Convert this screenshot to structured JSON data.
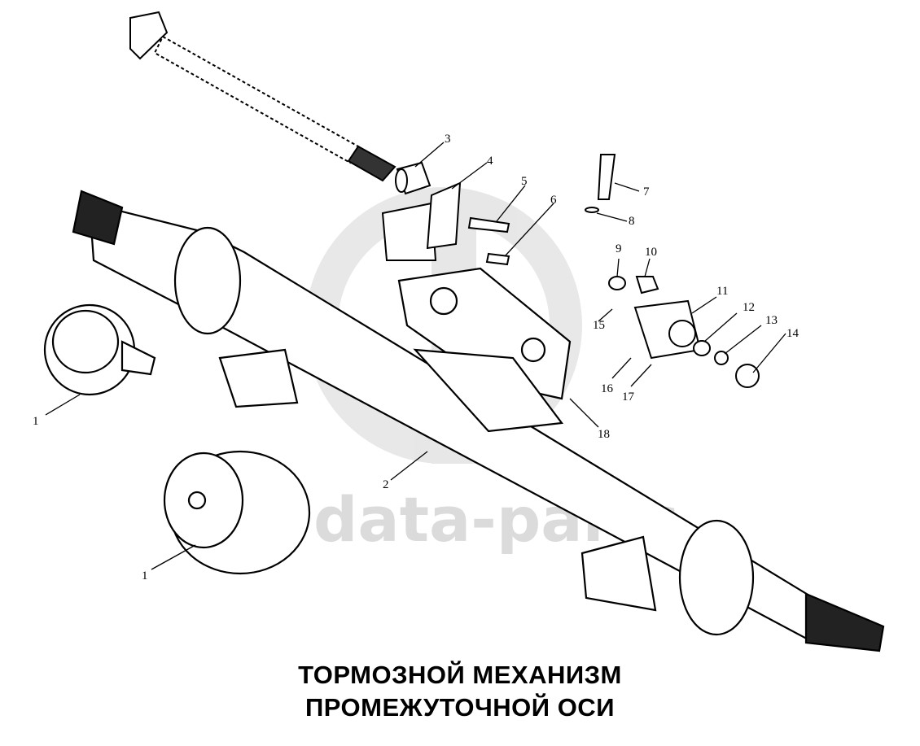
{
  "title": {
    "line1": "ТОРМОЗНОЙ МЕХАНИЗМ",
    "line2": "ПРОМЕЖУТОЧНОЙ ОСИ"
  },
  "watermark": "data-parts",
  "callouts": [
    "1",
    "1",
    "2",
    "3",
    "4",
    "5",
    "6",
    "7",
    "8",
    "9",
    "10",
    "11",
    "12",
    "13",
    "14",
    "15",
    "16",
    "17",
    "18"
  ],
  "colors": {
    "ink": "#000000",
    "watermark": "#cfcfcf",
    "background": "#ffffff"
  }
}
